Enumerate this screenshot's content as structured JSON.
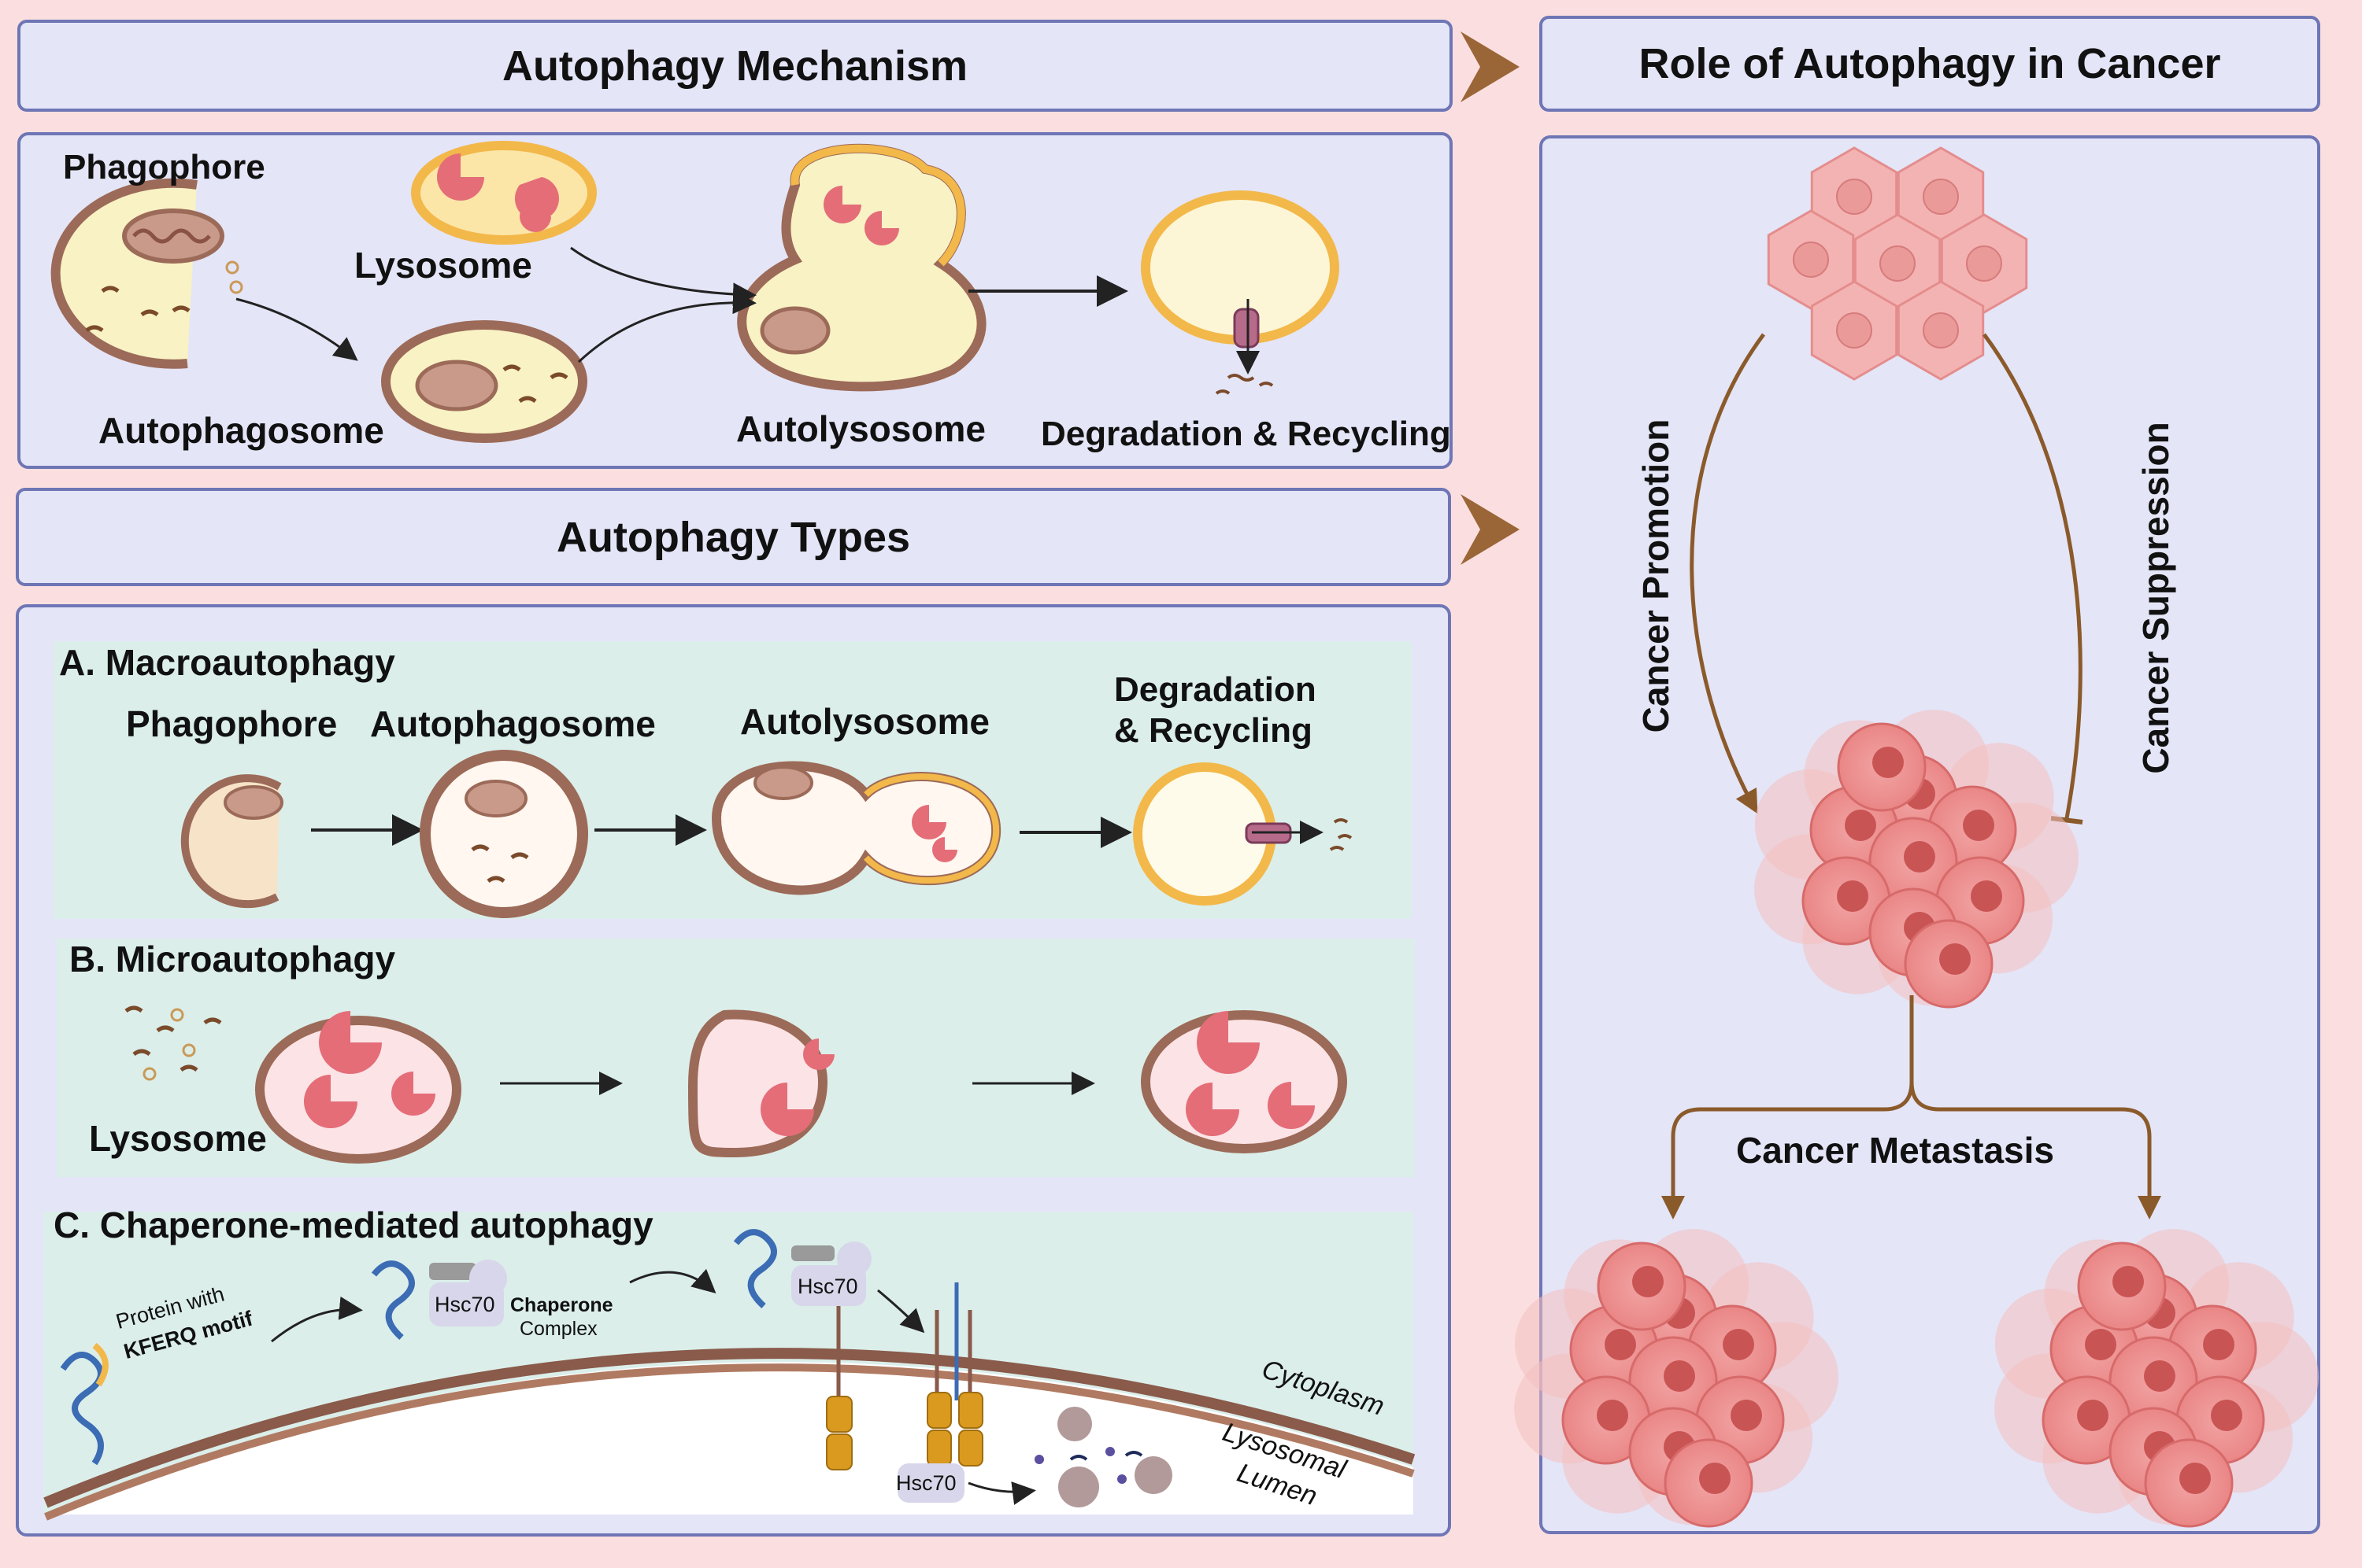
{
  "headers": {
    "mechanism": "Autophagy Mechanism",
    "types": "Autophagy Types",
    "role": "Role of Autophagy in Cancer"
  },
  "mechanism": {
    "phagophore": "Phagophore",
    "lysosome": "Lysosome",
    "autophagosome": "Autophagosome",
    "autolysosome": "Autolysosome",
    "degradation": "Degradation & Recycling"
  },
  "macro": {
    "title": "A. Macroautophagy",
    "phagophore": "Phagophore",
    "autophagosome": "Autophagosome",
    "autolysosome": "Autolysosome",
    "degradation_line1": "Degradation",
    "degradation_line2": "& Recycling"
  },
  "micro": {
    "title": "B. Microautophagy",
    "lysosome": "Lysosome"
  },
  "cma": {
    "title": "C. Chaperone-mediated autophagy",
    "protein_line1": "Protein with",
    "protein_line2": "KFERQ motif",
    "hsc70": "Hsc70",
    "chaperone": "Chaperone",
    "complex": "Complex",
    "cytoplasm": "Cytoplasm",
    "lysosomal": "Lysosomal",
    "lumen": "Lumen"
  },
  "cancer": {
    "promotion": "Cancer Promotion",
    "suppression": "Cancer Suppression",
    "metastasis": "Cancer Metastasis"
  },
  "colors": {
    "background": "#fbdfe0",
    "panel": "#e4e5f7",
    "panel_border": "#6e76b5",
    "subpanel": "#dbeeea",
    "membrane": "#9c6a58",
    "lysosome_rim": "#f3b84a",
    "arrow_brown": "#8b5a2b"
  }
}
